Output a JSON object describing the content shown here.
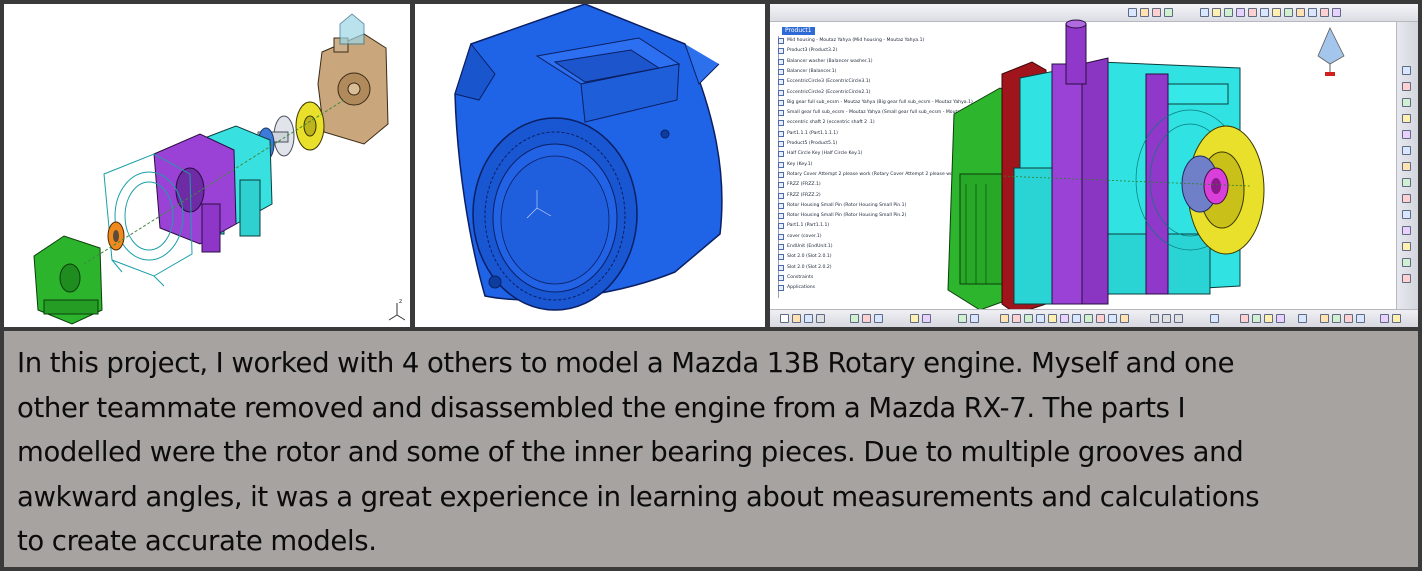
{
  "caption": {
    "lines": [
      "In this project, I worked with 4 others to model a Mazda 13B Rotary engine. Myself and one",
      "other teammate removed and disassembled the engine from a Mazda RX-7. The parts I",
      "modelled were the rotor and some of the inner bearing pieces. Due to multiple grooves and",
      "awkward angles,  it was a great experience in learning about measurements and calculations",
      "to create accurate models."
    ]
  },
  "panels": {
    "exploded_view": {
      "axis_label": "z"
    },
    "rotor_view": {},
    "catia_view": {
      "tree_root": "Product1",
      "tree_items": [
        "Mid housing - Moutaz Yahya (Mid housing - Moutaz Yahya.1)",
        "Product3 (Product3.2)",
        "Balancer washer (Balancer washer.1)",
        "Balancer (Balancer.1)",
        "EccentricCircle3 (EccentricCircle3.1)",
        "EccentricCircle2 (EccentricCircle2.1)",
        "Big gear full sub_ecsm - Moutaz Yahya (Big gear full sub_ecsm - Moutaz Yahya.1)",
        "Small gear full sub_ecsm - Moutaz Yahya (Small gear full sub_ecsm - Moutaz Yahya.1)",
        "eccentric shaft 2 (eccentric shaft 2 .1)",
        "Part1.1.1 (Part1.1.1.1)",
        "Product5 (Product5.1)",
        "Half Circle Key (Half Circle Key.1)",
        "Key (Key.1)",
        "Rotary Cover Attempt 2 please work (Rotary Cover Attempt 2 please work.1)",
        "FRZZ (FRZZ.1)",
        "FRZZ (FRZZ.2)",
        "Rotor Housing Small Pin (Rotor Housing Small Pin.1)",
        "Rotor Housing Small Pin (Rotor Housing Small Pin.2)",
        "Part1.1 (Part1.1.1)",
        "cover (cover.1)",
        "EndUnit (EndUnit.1)",
        "Slot 2.0 (Slot 2.0.1)",
        "Slot 2.0 (Slot 2.0.2)",
        "Constraints",
        "Applications"
      ]
    }
  },
  "colors": {
    "caption_bg": "#a6a3a0",
    "rotor_blue": "#1f63e6",
    "green": "#2fb52f",
    "cyan": "#2de6e6",
    "purple": "#9a3fd4",
    "tan": "#c8a57a",
    "yellow": "#e8e02a",
    "dark_red": "#a0151b"
  }
}
